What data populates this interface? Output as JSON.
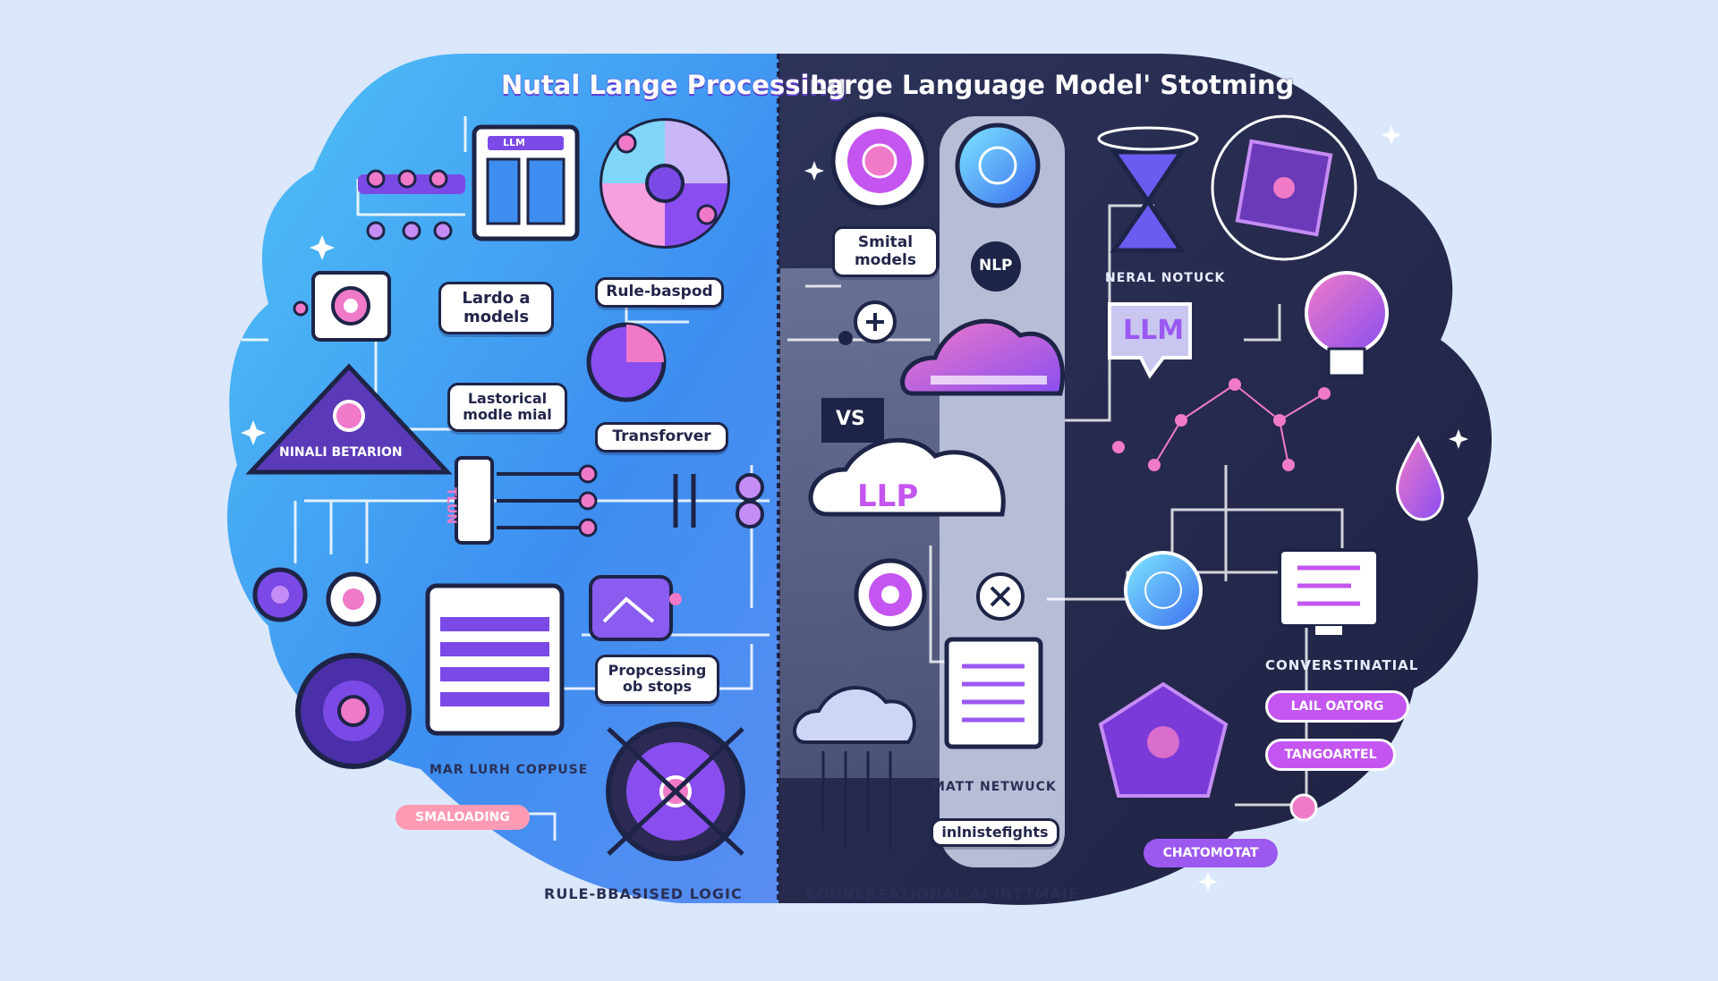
{
  "titles": {
    "left": "Nutal Lange Processing",
    "right": "Large Language Model' Stotming"
  },
  "left": {
    "llm_tag": "LLM",
    "larde_models": "Lardo a models",
    "rule_based": "Rule-baspod",
    "lastorical": "Lastorical modle mial",
    "ninali_betarion": "NINALI BETARION",
    "transformer": "Transforver",
    "tlun": "TLUN",
    "processing_steps": "Propcessing ob stops",
    "mar_lurh": "MAR LURH COPPUSE",
    "smalloading": "SMALOADING",
    "rule_logic": "RULE-BBASISED LOGIC"
  },
  "center": {
    "smital_models": "Smital models",
    "nlp": "NLP",
    "vs": "VS",
    "llp": "LLP",
    "matt_network": "MATT NETWUCK",
    "inlnistefights": "inlnistefights",
    "conversational_bottom": "CONVERSATIONAL AI INTTMAIE"
  },
  "right": {
    "nerai_network": "NERAL NOTUCK",
    "llm_bubble": "LLM",
    "conversational": "CONVERSTINATIAL",
    "lail_oatorg": "LAIL OATORG",
    "tangoartel": "TANGOARTEL",
    "chatomotat": "CHATOMOTAT"
  },
  "colors": {
    "background": "#dbe7fb",
    "left_panel": "#3da0f0",
    "right_panel": "#23264a",
    "accent_purple": "#9b59f0",
    "accent_pink": "#f07ac8"
  }
}
